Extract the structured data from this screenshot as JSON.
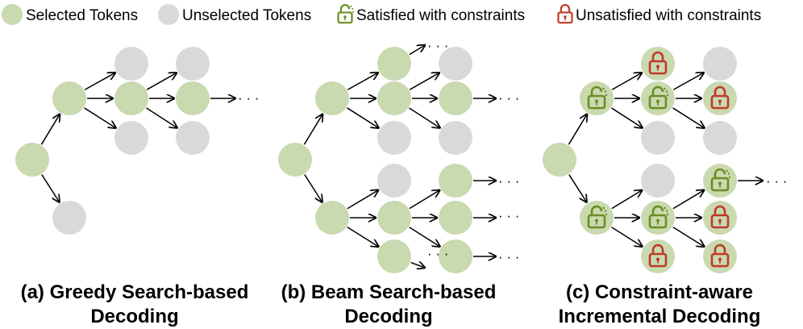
{
  "legend": {
    "selected": "Selected Tokens",
    "unselected": "Unselected Tokens",
    "satisfied": "Satisfied with constraints",
    "unsatisfied": "Unsatisfied with constraints"
  },
  "captions": {
    "a_line1": "(a) Greedy Search-based",
    "a_line2": "Decoding",
    "b_line1": "(b) Beam Search-based",
    "b_line2": "Decoding",
    "c_line1": "(c) Constraint-aware",
    "c_line2": "Incremental Decoding"
  },
  "ellipsis": "· · ·",
  "colors": {
    "selected_fill": "#c9d9b0",
    "unselected_fill": "#d9d9d9",
    "satisfied_icon": "#6b8e23",
    "unsatisfied_icon": "#c0392b",
    "arrow": "#000000"
  },
  "icons": {
    "satisfied": "unlocked-padlock-icon",
    "unsatisfied": "locked-padlock-icon"
  }
}
